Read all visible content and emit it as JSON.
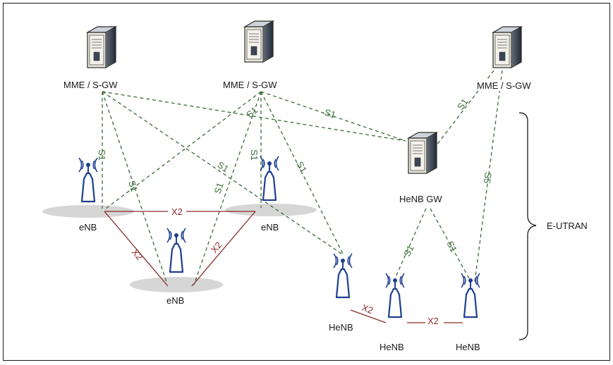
{
  "nodes": {
    "mme1": {
      "label": "MME / S-GW"
    },
    "mme2": {
      "label": "MME / S-GW"
    },
    "mme3": {
      "label": "MME / S-GW"
    },
    "henb_gw": {
      "label": "HeNB GW"
    },
    "enb1": {
      "label": "eNB"
    },
    "enb2": {
      "label": "eNB"
    },
    "enb3": {
      "label": "eNB"
    },
    "henb1": {
      "label": "HeNB"
    },
    "henb2": {
      "label": "HeNB"
    },
    "henb3": {
      "label": "HeNB"
    }
  },
  "links": {
    "s1_interface": "S1",
    "s5_interface": "S5",
    "x2_interface": "X2"
  },
  "region": {
    "label": "E-UTRAN"
  },
  "colors": {
    "s_link": "#3d6b3a",
    "x_link": "#8b2a2a",
    "server_body": "#e8e4d8",
    "antenna": "#1f3f8f"
  }
}
